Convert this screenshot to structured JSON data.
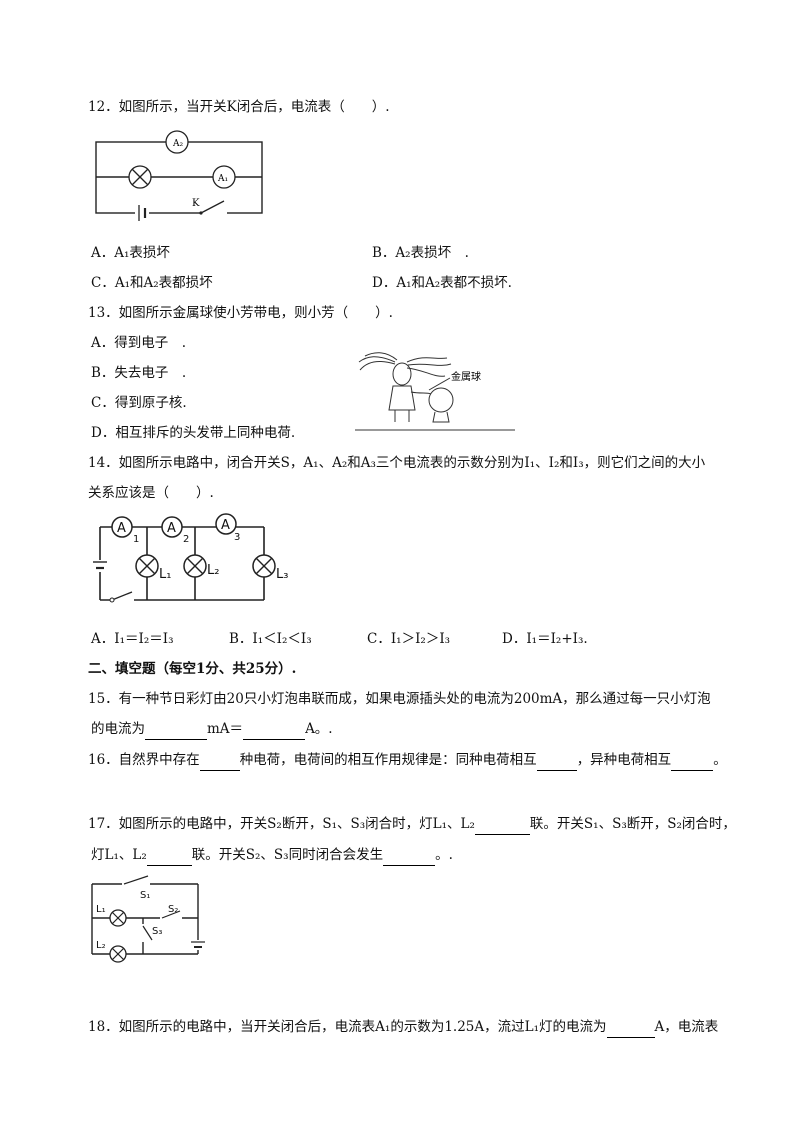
{
  "q12": {
    "stem": "12．如图所示，当开关K闭合后，电流表（　　）.",
    "options": [
      "A．A₁表损坏",
      "B．A₂表损坏　.",
      "C．A₁和A₂表都损坏",
      "D．A₁和A₂表都不损坏."
    ],
    "figure": {
      "meter_top": "A₂",
      "meter_right": "A₁",
      "switch": "K"
    }
  },
  "q13": {
    "stem": "13．如图所示金属球使小芳带电，则小芳（　　）.",
    "options": [
      "A．得到电子　.",
      "B．失去电子　.",
      "C．得到原子核.",
      "D．相互排斥的头发带上同种电荷."
    ],
    "figure_label": "金属球"
  },
  "q14": {
    "stem_line1": "14．如图所示电路中，闭合开关S，A₁、A₂和A₃三个电流表的示数分别为I₁、I₂和I₃，则它们之间的大小",
    "stem_line2": "关系应该是（　　）.",
    "options": [
      "A．I₁＝I₂＝I₃",
      "B．I₁＜I₂＜I₃",
      "C．I₁＞I₂＞I₃",
      "D．I₁＝I₂+I₃."
    ],
    "figure": {
      "meters": [
        "A",
        "A",
        "A"
      ],
      "meter_nums": [
        "1",
        "2",
        "3"
      ],
      "lamps": [
        "L₁",
        "L₂",
        "L₃"
      ]
    }
  },
  "section2": {
    "title": "二、填空题（每空1分、共25分）."
  },
  "q15": {
    "line1": "15．有一种节日彩灯由20只小灯泡串联而成，如果电源插头处的电流为200mA，那么通过每一只小灯泡",
    "line2_a": "的电流为",
    "line2_b": "mA＝",
    "line2_c": "A。."
  },
  "q16": {
    "a": "16．自然界中存在",
    "b": "种电荷，电荷间的相互作用规律是：同种电荷相互",
    "c": "，异种电荷相互",
    "d": "。"
  },
  "q17": {
    "line1_a": "17．如图所示的电路中，开关S₂断开，S₁、S₃闭合时，灯L₁、L₂",
    "line1_b": "联。开关S₁、S₃断开，S₂闭合时，",
    "line2_a": "灯L₁、L₂",
    "line2_b": "联。开关S₂、S₃同时闭合会发生",
    "line2_c": "。.",
    "figure": {
      "s1": "S₁",
      "s2": "S₂",
      "s3": "S₃",
      "l1": "L₁",
      "l2": "L₂"
    }
  },
  "q18": {
    "a": "18．如图所示的电路中，当开关闭合后，电流表A₁的示数为1.25A，流过L₁灯的电流为",
    "b": "A，电流表"
  }
}
